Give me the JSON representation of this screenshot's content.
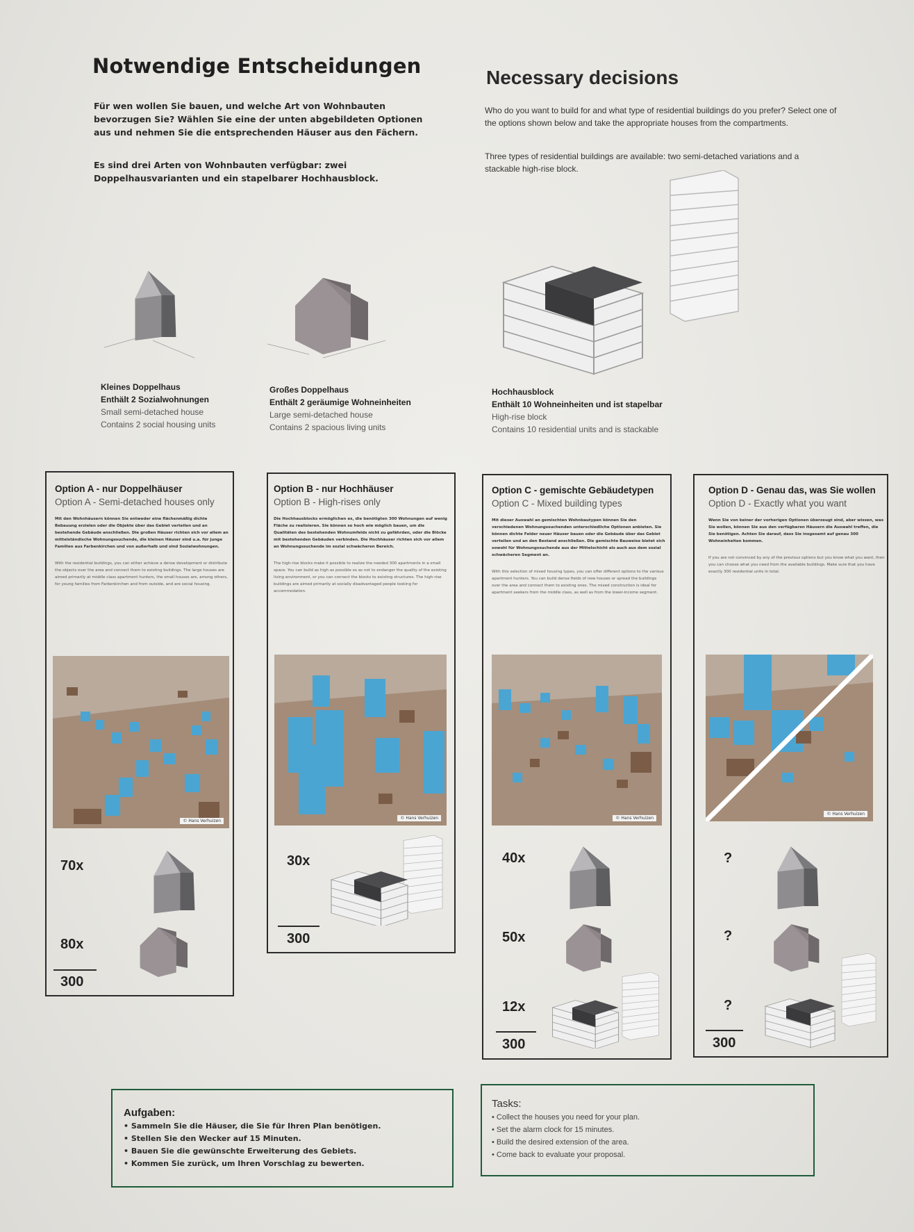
{
  "header": {
    "title_de": "Notwendige Entscheidungen",
    "title_en": "Necessary decisions",
    "intro_de": "Für wen wollen Sie bauen, und welche Art von Wohnbauten bevorzugen Sie? Wählen Sie eine der unten abgebildeten Optionen aus und nehmen Sie die entsprechenden Häuser aus den Fächern.",
    "types_de": "Es sind drei Arten von Wohnbauten verfügbar: zwei Doppelhausvarianten und ein stapelbarer Hochhausblock.",
    "intro_en": "Who do you want to build for and what type of residential buildings do you prefer? Select one of the options shown below and take the appropriate houses from the compartments.",
    "types_en": "Three types of residential buildings are available: two semi-detached variations and a stackable high-rise block."
  },
  "houses": {
    "small": {
      "name_de": "Kleines Doppelhaus",
      "desc_de": "Enthält 2 Sozialwohnungen",
      "name_en": "Small semi-detached house",
      "desc_en": "Contains 2 social housing units"
    },
    "large": {
      "name_de": "Großes Doppelhaus",
      "desc_de": "Enthält 2 geräumige Wohneinheiten",
      "name_en": "Large semi-detached house",
      "desc_en": "Contains 2 spacious living units"
    },
    "highrise": {
      "name_de": "Hochhausblock",
      "desc_de": "Enthält 10 Wohneinheiten und ist stapelbar",
      "name_en": "High-rise block",
      "desc_en": "Contains 10 residential units and is stackable"
    }
  },
  "options": {
    "a": {
      "title_de": "Option A - nur Doppelhäuser",
      "title_en": "Option A - Semi-detached houses only",
      "text_de": "Mit den Wohnhäusern können Sie entweder eine flächenmäßig dichte Bebauung erzielen oder die Objekte über das Gebiet verteilen und an bestehende Gebäude anschließen. Die großen Häuser richten sich vor allem an mittelständische Wohnungssuchende, die kleinen Häuser sind u.a. für junge Familien aus Farbenkirchen und von außerhalb und sind Sozialwohnungen.",
      "text_en": "With the residential buildings, you can either achieve a dense development or distribute the objects over the area and connect them to existing buildings. The large houses are aimed primarily at middle class apartment hunters, the small houses are, among others, for young families from Farbenkirchen and from outside, and are social housing.",
      "credit": "© Hans Verhuizen",
      "counts": [
        "70x",
        "80x"
      ],
      "total": "300"
    },
    "b": {
      "title_de": "Option B - nur Hochhäuser",
      "title_en": "Option B - High-rises only",
      "text_de": "Die Hochhausblocks ermöglichen es, die benötigten 300 Wohnungen auf wenig Fläche zu realisieren. Sie können so hoch wie möglich bauen, um die Qualitäten des bestehenden Wohnumfelds nicht zu gefährden, oder die Blöcke mit bestehenden Gebäuden verbinden. Die Hochhäuser richten sich vor allem an Wohnungssuchende im sozial schwächeren Bereich.",
      "text_en": "The high-rise blocks make it possible to realize the needed 300 apartments in a small space. You can build as high as possible so as not to endanger the quality of the existing living environment, or you can connect the blocks to existing structures. The high-rise buildings are aimed primarily at socially disadvantaged people looking for accommodation.",
      "credit": "© Hans Verhuizen",
      "counts": [
        "30x"
      ],
      "total": "300"
    },
    "c": {
      "title_de": "Option C - gemischte Gebäudetypen",
      "title_en": "Option C - Mixed building types",
      "text_de": "Mit dieser Auswahl an gemischten Wohnbautypen können Sie den verschiedenen Wohnungssuchenden unterschiedliche Optionen anbieten. Sie können dichte Felder neuer Häuser bauen oder die Gebäude über das Gebiet verteilen und an den Bestand anschließen. Die gemischte Bauweise bietet sich sowohl für Wohnungssuchende aus der Mittelschicht als auch aus dem sozial schwächeren Segment an.",
      "text_en": "With this selection of mixed housing types, you can offer different options to the various apartment hunters. You can build dense fields of new houses or spread the buildings over the area and connect them to existing ones. The mixed construction is ideal for apartment seekers from the middle class, as well as from the lower-income segment.",
      "credit": "© Hans Verhuizen",
      "counts": [
        "40x",
        "50x",
        "12x"
      ],
      "total": "300"
    },
    "d": {
      "title_de": "Option D - Genau das, was Sie wollen",
      "title_en": "Option D - Exactly what you want",
      "text_de": "Wenn Sie von keiner der vorherigen Optionen überzeugt sind, aber wissen, was Sie wollen, können Sie aus den verfügbaren Häusern die Auswahl treffen, die Sie benötigen. Achten Sie darauf, dass Sie insgesamt auf genau 300 Wohneinheiten kommen.",
      "text_en": "If you are not convinced by any of the previous options but you know what you want, then you can choose what you need from the available buildings. Make sure that you have exactly 300 residential units in total.",
      "credit": "© Hans Verhuizen",
      "counts": [
        "?",
        "?",
        "?"
      ],
      "total": "300"
    }
  },
  "tasks": {
    "title_de": "Aufgaben:",
    "items_de": [
      "Sammeln Sie die Häuser, die Sie für Ihren Plan benötigen.",
      "Stellen Sie den Wecker auf 15 Minuten.",
      "Bauen Sie die gewünschte Erweiterung des Gebiets.",
      "Kommen Sie zurück, um Ihren Vorschlag zu bewerten."
    ],
    "title_en": "Tasks:",
    "items_en": [
      "Collect the houses you need for your plan.",
      "Set the alarm clock for 15 minutes.",
      "Build the desired extension of the area.",
      "Come back to evaluate your proposal."
    ]
  },
  "colors": {
    "accent_green": "#1f5b3a",
    "model_blue": "#4aa6d4",
    "wood": "#b89a7c",
    "house_dark": "#666668",
    "house_light": "#8a8587"
  }
}
